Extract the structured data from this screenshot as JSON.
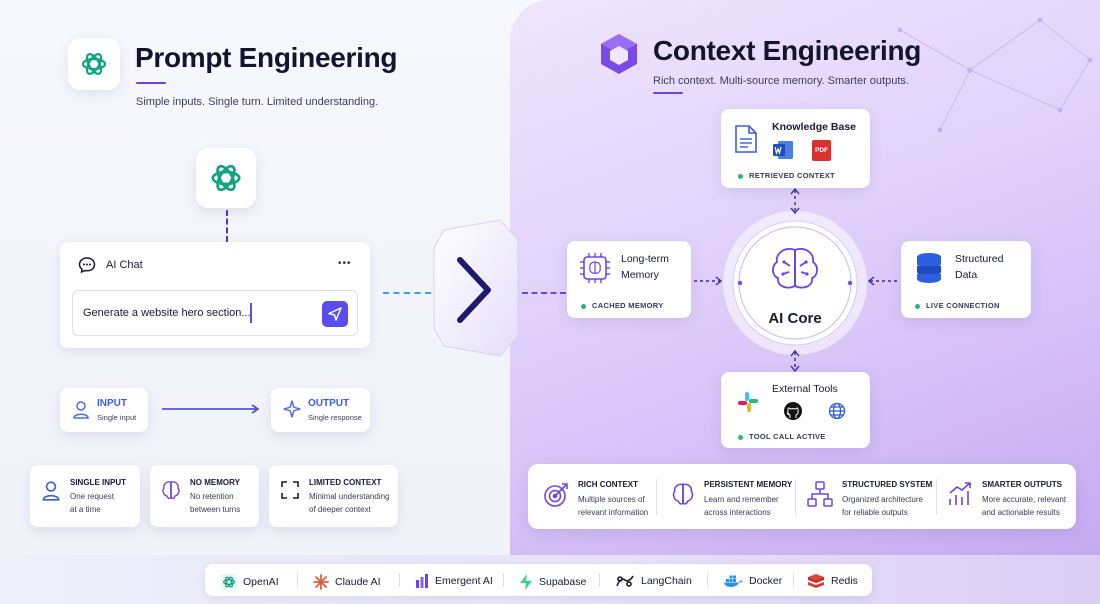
{
  "left": {
    "title": "Prompt Engineering",
    "subtitle": "Simple inputs. Single turn. Limited understanding.",
    "chat": {
      "title": "AI Chat",
      "menu": "•••",
      "input_value": "Generate a website hero section..."
    },
    "input_box": {
      "label": "INPUT",
      "sub": "Single input"
    },
    "output_box": {
      "label": "OUTPUT",
      "sub": "Single response"
    },
    "features": [
      {
        "title": "SINGLE INPUT",
        "desc1": "One request",
        "desc2": "at a time"
      },
      {
        "title": "NO MEMORY",
        "desc1": "No retention",
        "desc2": "between turns"
      },
      {
        "title": "LIMITED CONTEXT",
        "desc1": "Minimal understanding",
        "desc2": "of deeper context"
      }
    ]
  },
  "right": {
    "title": "Context Engineering",
    "subtitle": "Rich context. Multi-source memory. Smarter outputs.",
    "core_label": "AI Core",
    "knowledge": {
      "title": "Knowledge Base",
      "status": "RETRIEVED CONTEXT",
      "pdf": "PDF"
    },
    "memory": {
      "title1": "Long-term",
      "title2": "Memory",
      "status": "CACHED MEMORY"
    },
    "structured": {
      "title1": "Structured",
      "title2": "Data",
      "status": "LIVE CONNECTION"
    },
    "tools": {
      "title": "External Tools",
      "status": "TOOL CALL ACTIVE"
    },
    "features": [
      {
        "title": "RICH CONTEXT",
        "desc1": "Multiple sources of",
        "desc2": "relevant information"
      },
      {
        "title": "PERSISTENT MEMORY",
        "desc1": "Learn and remember",
        "desc2": "across interactions"
      },
      {
        "title": "STRUCTURED SYSTEM",
        "desc1": "Organized architecture",
        "desc2": "for reliable outputs"
      },
      {
        "title": "SMARTER OUTPUTS",
        "desc1": "More accurate, relevant",
        "desc2": "and actionable results"
      }
    ]
  },
  "footer": [
    "OpenAI",
    "Claude AI",
    "Emergent AI",
    "Supabase",
    "LangChain",
    "Docker",
    "Redis"
  ],
  "colors": {
    "accent": "#6b46e6",
    "dark_arrow": "#1f1a6b",
    "status_green": "#2bb673",
    "openai_green": "#10a37f"
  }
}
